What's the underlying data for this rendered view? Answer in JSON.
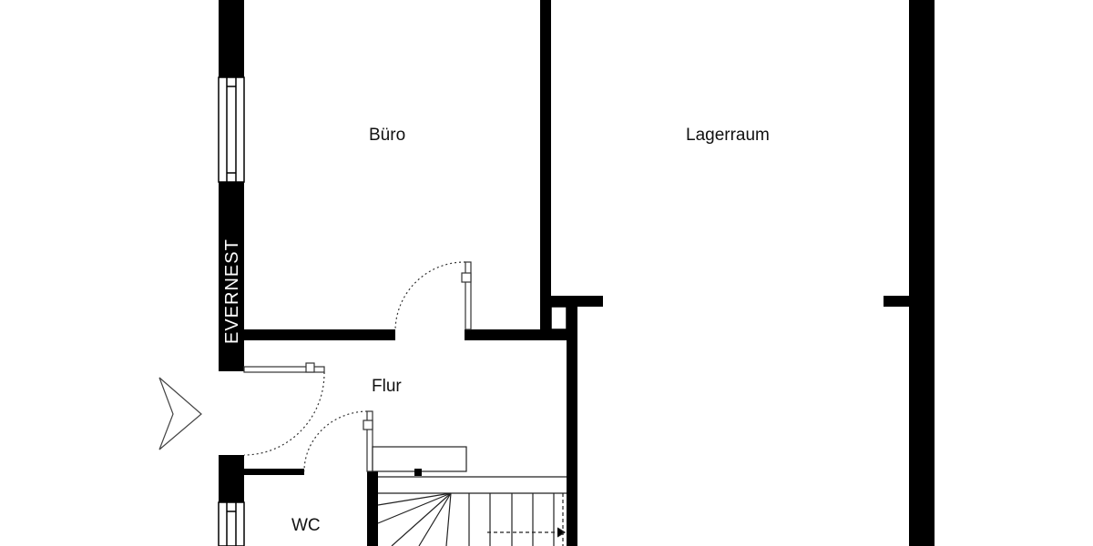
{
  "rooms": {
    "office": "Büro",
    "storage": "Lagerraum",
    "hallway": "Flur",
    "wc": "WC"
  },
  "watermark": "EVERNEST",
  "colors": {
    "wall": "#000000",
    "background": "#ffffff",
    "line": "#333333"
  }
}
